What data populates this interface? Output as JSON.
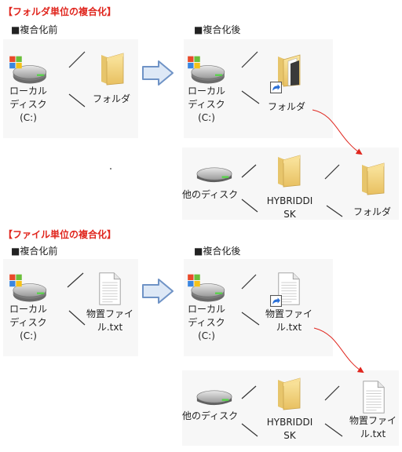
{
  "section1": {
    "title": "【フォルダ単位の複合化】",
    "before_label": "■複合化前",
    "after_label": "■複合化後",
    "before": {
      "drive_label": [
        "ローカル",
        "ディスク",
        "(C:)"
      ],
      "folder_label": "フォルダ"
    },
    "after": {
      "drive_label": [
        "ローカル",
        "ディスク",
        "(C:)"
      ],
      "shortcut_label": "フォルダ",
      "other_disk_label": "他のディスク",
      "hybrid_label": [
        "HYBRIDDI",
        "SK"
      ],
      "folder_label": "フォルダ"
    }
  },
  "section2": {
    "title": "【ファイル単位の複合化】",
    "before_label": "■複合化前",
    "after_label": "■複合化後",
    "before": {
      "drive_label": [
        "ローカル",
        "ディスク",
        "(C:)"
      ],
      "file_label": [
        "物置ファイ",
        "ル.txt"
      ]
    },
    "after": {
      "drive_label": [
        "ローカル",
        "ディスク",
        "(C:)"
      ],
      "shortcut_label": [
        "物置ファイ",
        "ル.txt"
      ],
      "other_disk_label": "他のディスク",
      "hybrid_label": [
        "HYBRIDDI",
        "SK"
      ],
      "file_label": [
        "物置ファイ",
        "ル.txt"
      ]
    }
  },
  "colors": {
    "heading": "#e0261e",
    "arrow_fill": "#dde8f6",
    "arrow_stroke": "#6f93c6",
    "move_arrow": "#e0261e"
  },
  "icons": {
    "drive": "windows-drive-icon",
    "disk": "hard-disk-icon",
    "folder": "folder-icon",
    "shortcut": "shortcut-icon",
    "file": "text-file-icon",
    "arrow": "right-arrow-icon"
  }
}
